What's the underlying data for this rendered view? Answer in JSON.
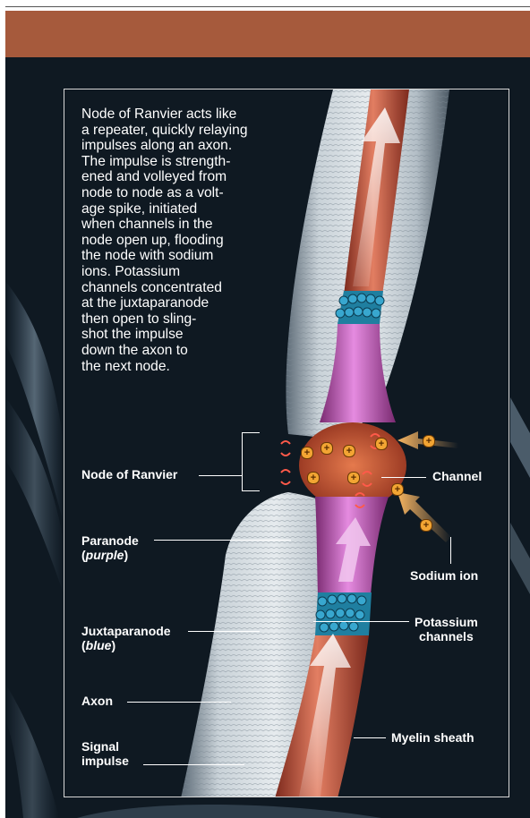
{
  "colors": {
    "header": "#a65a3c",
    "background": "#0f1922",
    "panel_border": "#d8d8d8",
    "myelin": "#b9c4cc",
    "axon": "#c5593f",
    "paranode": "#c660b6",
    "juxtaparanode": "#1f8fb0",
    "node": "#b94a32",
    "sodium_ion": "#f3a533",
    "sodium_arrow": "#f6b56a",
    "signal_arrow": "#e9edf2",
    "text": "#ffffff"
  },
  "caption": {
    "lines": [
      "Node of Ranvier acts like",
      "a repeater, quickly relaying",
      "impulses along an axon.",
      "The impulse is strength-",
      "ened and volleyed from",
      "node to node as a volt-",
      "age spike, initiated",
      "when channels in the",
      "node open up, flooding",
      "the node with sodium",
      "ions. Potassium",
      "channels concentrated",
      "at the juxtaparanode",
      "then open to sling-",
      "shot the impulse",
      "down the axon to",
      "the next node."
    ]
  },
  "labels": {
    "node_of_ranvier": "Node of Ranvier",
    "channel": "Channel",
    "paranode": "Paranode",
    "paranode_color_open": "(",
    "paranode_color": "purple",
    "paranode_color_close": ")",
    "sodium_ion": "Sodium ion",
    "juxtaparanode": "Juxtaparanode",
    "juxtaparanode_color_open": "(",
    "juxtaparanode_color": "blue",
    "juxtaparanode_color_close": ")",
    "potassium_line1": "Potassium",
    "potassium_line2": "channels",
    "axon": "Axon",
    "myelin_sheath": "Myelin sheath",
    "signal_line1": "Signal",
    "signal_line2": "impulse"
  },
  "ion_symbol": "+"
}
